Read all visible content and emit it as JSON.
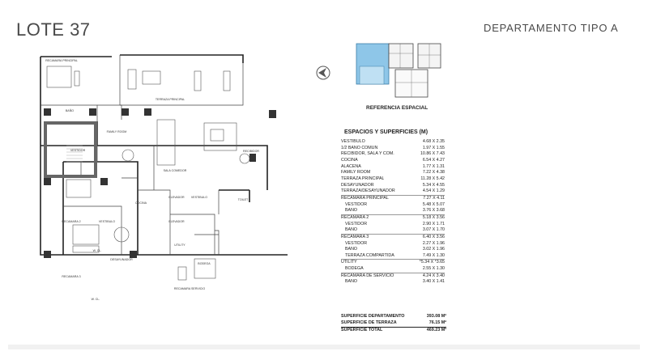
{
  "header": {
    "lote": "LOTE 37",
    "tipo": "DEPARTAMENTO TIPO A"
  },
  "plan": {
    "labels": {
      "recamara_principal": "RECAMARA PRINCIPAL",
      "terraza_principal": "TERRAZA PRINCIPAL",
      "bano": "BAÑO",
      "vestidor": "VESTIDOR",
      "family_room": "FAMILY ROOM",
      "sala_comedor": "SALA COMEDOR",
      "recibidor": "RECIBIDOR",
      "cocina": "COCINA",
      "elevador": "ELEVADOR",
      "vestibulo": "VESTIBULO",
      "recamara_2": "RECAMARA 2",
      "recamara_3": "RECAMARA 3",
      "wcl": "W. CL.",
      "desayunador": "DESAYUNADOR",
      "utility": "UTILITY",
      "bodega": "BODEGA",
      "recamara_servicio": "RECAMARA SERVICIO",
      "toilet": "TOILET"
    }
  },
  "key_plan": {
    "label": "REFERENCIA ESPACIAL"
  },
  "spaces": {
    "title": "ESPACIOS Y SUPERFICIES (M)",
    "rows": [
      {
        "name": "VESTÍBULO",
        "dims": "4.68 X 2.35"
      },
      {
        "name": "1/2 BAÑO COMÚN",
        "dims": "1.97 X 1.55"
      },
      {
        "name": "RECIBIDOR, SALA Y COM.",
        "dims": "10.86 X 7.43"
      },
      {
        "name": "COCINA",
        "dims": "6.54 X 4.27"
      },
      {
        "name": "ALACENA",
        "dims": "1.77 X 1.31"
      },
      {
        "name": "FAMILY ROOM",
        "dims": "7.22 X 4.38"
      },
      {
        "name": "TERRAZA PRINCIPAL",
        "dims": "11.28 X 5.42"
      },
      {
        "name": "DESAYUNADOR",
        "dims": "5.34 X 4.55"
      },
      {
        "name": "TERRAZA/DESAYUNADOR",
        "dims": "4.54 X 1.29"
      },
      {
        "name": "RECÁMARA PRINCIPAL",
        "dims": "7.27 X 4.11"
      },
      {
        "name": "VESTIDOR",
        "dims": "5.48 X 5.07"
      },
      {
        "name": "BAÑO",
        "dims": "3.76 X 3.68"
      },
      {
        "name": "RECÁMARA 2",
        "dims": "5.18 X 3.56"
      },
      {
        "name": "VESTIDOR",
        "dims": "2.90 X 1.71"
      },
      {
        "name": "BAÑO",
        "dims": "3.07 X 1.70"
      },
      {
        "name": "RECÁMARA 3",
        "dims": "6.40 X 3.56"
      },
      {
        "name": "VESTIDOR",
        "dims": "2.27 X 1.96"
      },
      {
        "name": "BAÑO",
        "dims": "3.02 X 1.96"
      },
      {
        "name": "TERRAZA COMPARTIDA",
        "dims": "7.49 X 1.30"
      },
      {
        "name": "UTILITY",
        "dims": "*5.34 X *3.65"
      },
      {
        "name": "BODEGA",
        "dims": "2.55 X 1.30"
      },
      {
        "name": "RECÁMARA DE SERVICIO",
        "dims": "4.24 X 3.40"
      },
      {
        "name": "BAÑO",
        "dims": "3.40 X 1.41"
      }
    ]
  },
  "totals": {
    "departamento": {
      "label": "SUPERFICIE DEPARTAMENTO",
      "value": "393.08 M²"
    },
    "terraza": {
      "label": "SUPERFICIE DE TERRAZA",
      "value": "76.15 M²"
    },
    "total": {
      "label": "SUPERFICIE TOTAL",
      "value": "469.23 M²"
    }
  },
  "colors": {
    "text": "#333333",
    "wall": "#222222",
    "key_highlight": "#8ec6e8"
  }
}
